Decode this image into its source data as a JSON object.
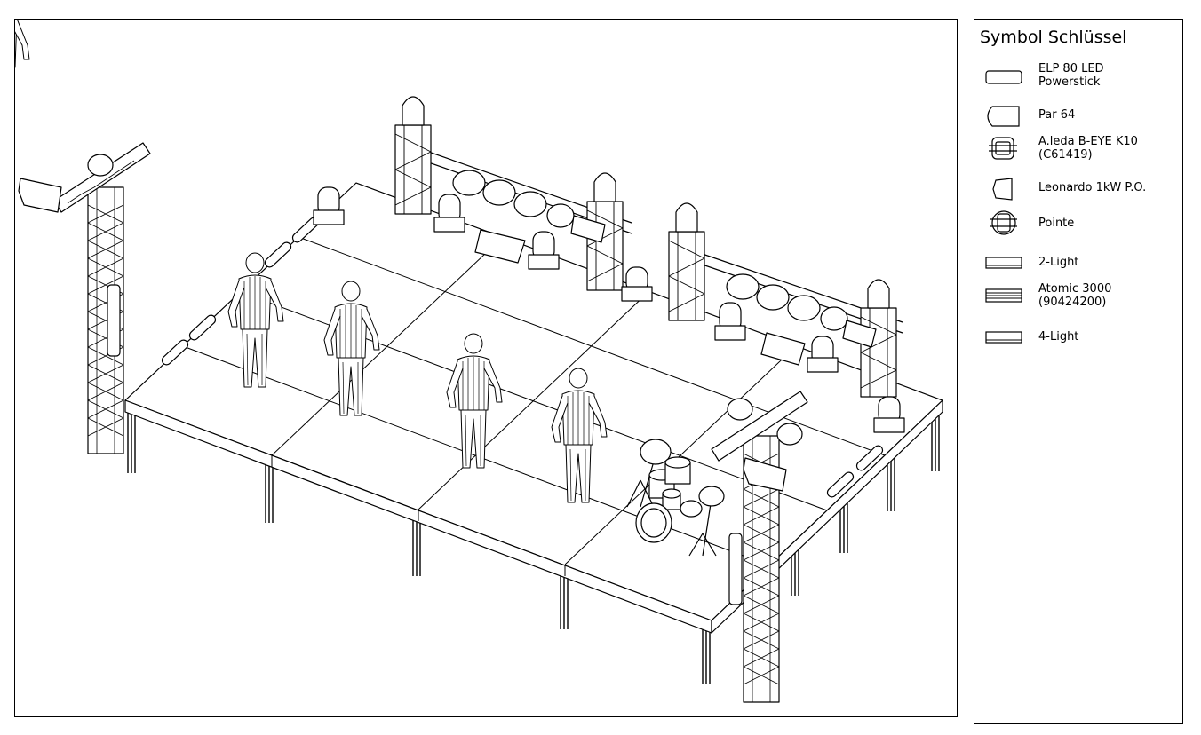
{
  "legend": {
    "title": "Symbol Schlüssel",
    "items": [
      {
        "symbol": "elp80-powerstick-icon",
        "label": "ELP 80 LED\nPowerstick"
      },
      {
        "symbol": "par64-icon",
        "label": "Par 64"
      },
      {
        "symbol": "bEye-k10-icon",
        "label": "A.leda B-EYE K10\n(C61419)"
      },
      {
        "symbol": "leonardo-1kw-icon",
        "label": "Leonardo 1kW P.O."
      },
      {
        "symbol": "pointe-icon",
        "label": "Pointe"
      },
      {
        "symbol": "two-light-icon",
        "label": "2-Light"
      },
      {
        "symbol": "atomic-3000-icon",
        "label": "Atomic 3000\n(90424200)"
      },
      {
        "symbol": "four-light-icon",
        "label": "4-Light"
      }
    ]
  }
}
